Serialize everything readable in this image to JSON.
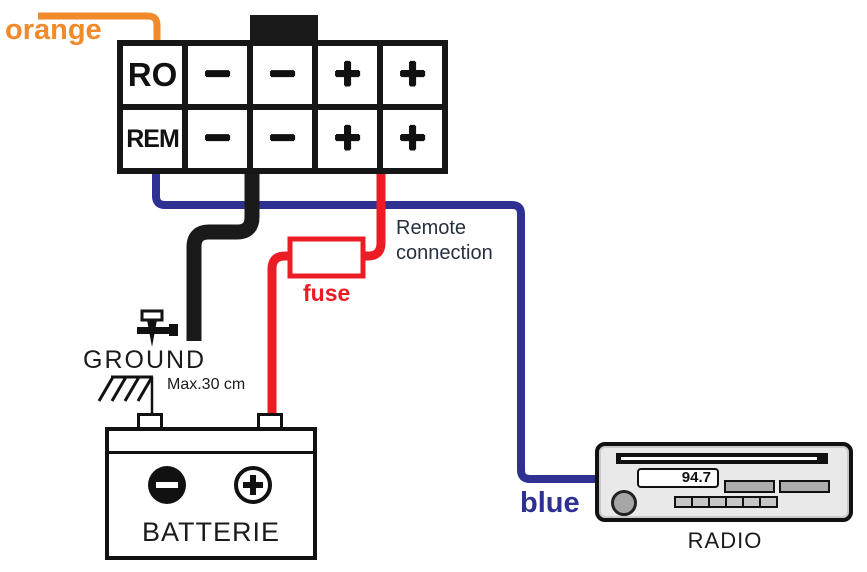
{
  "connector": {
    "rows": [
      {
        "cells": [
          "RO",
          "−",
          "−",
          "+",
          "+"
        ]
      },
      {
        "cells": [
          "REM",
          "−",
          "−",
          "+",
          "+"
        ]
      }
    ]
  },
  "wire_labels": {
    "orange": "orange",
    "blue": "blue"
  },
  "annotations": {
    "remote_connection": "Remote\nconnection",
    "fuse": "fuse",
    "ground": "GROUND",
    "max_length": "Max.30 cm"
  },
  "battery": {
    "label": "BATTERIE",
    "negative_symbol": "−",
    "positive_symbol": "+"
  },
  "radio": {
    "label": "RADIO",
    "display_value": "94.7"
  },
  "colors": {
    "wire_orange": "#F18A2B",
    "wire_blue": "#2E3192",
    "wire_red": "#EC1C24",
    "wire_black": "#1A1A1A",
    "text_navy": "#26303F",
    "text_dark": "#1B1B1B",
    "radio_body": "#E9E9E9"
  }
}
